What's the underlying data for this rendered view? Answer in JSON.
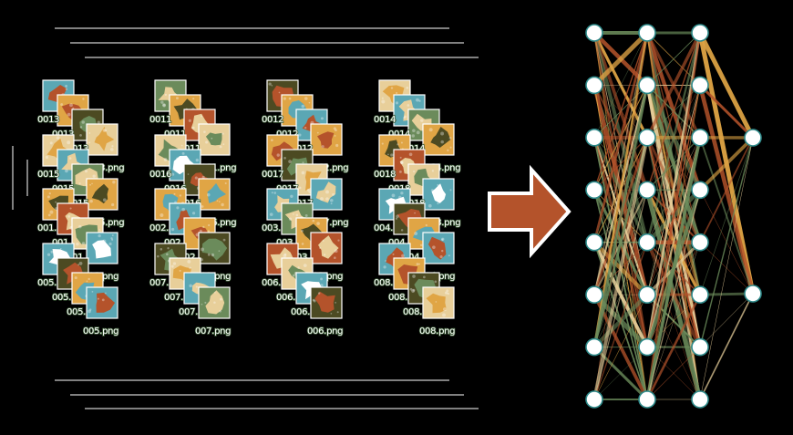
{
  "colors": {
    "background": "#000000",
    "teal": "#5ba7b4",
    "rust": "#b4532b",
    "ochre": "#e0a545",
    "sand": "#e8cf9a",
    "sage": "#6b8b5b",
    "olive": "#4c4a22",
    "node_fill": "#ffffff",
    "node_stroke": "#2e8a8a",
    "arrow": "#b4532b"
  },
  "visible_labels": [
    "001.png",
    "002.png",
    "003.png",
    "004.png",
    "005.png",
    "006.png",
    "007.png",
    "008.png",
    "0011.png",
    "0012.png",
    "0013.png",
    "0014.png",
    "0015.png",
    "0016.png",
    "0017.png",
    "0018.png"
  ],
  "stacks": [
    {
      "label_top": "0013.png",
      "label_mid": "0015.png",
      "label_bot": "001.png",
      "label_last": "005.png"
    },
    {
      "label_top": "0011.png",
      "label_mid": "0016.png",
      "label_bot": "002.png",
      "label_last": "007.png"
    },
    {
      "label_top": "0012.png",
      "label_mid": "0017.png",
      "label_bot": "003.png",
      "label_last": "006.png"
    },
    {
      "label_top": "0014.png",
      "label_mid": "0018.png",
      "label_bot": "004.png",
      "label_last": "008.png"
    }
  ],
  "network": {
    "layers": [
      8,
      8,
      8,
      2
    ]
  },
  "arrow_icon": "right-arrow-icon"
}
